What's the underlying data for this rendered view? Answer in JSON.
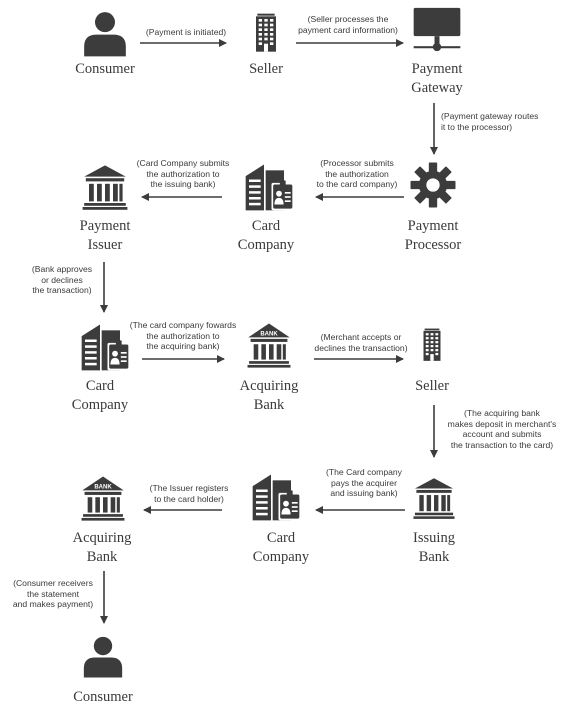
{
  "colors": {
    "ink": "#3c3c3c",
    "background": "#ffffff"
  },
  "nodes": [
    {
      "id": "consumer-1",
      "icon": "person-icon",
      "label": "Consumer"
    },
    {
      "id": "seller-1",
      "icon": "office-building-icon",
      "label": "Seller"
    },
    {
      "id": "payment-gateway",
      "icon": "monitor-network-icon",
      "label": "Payment\nGateway"
    },
    {
      "id": "payment-processor",
      "icon": "gear-icon",
      "label": "Payment\nProcessor"
    },
    {
      "id": "card-company-1",
      "icon": "card-company-icon",
      "label": "Card\nCompany"
    },
    {
      "id": "payment-issuer",
      "icon": "bank-icon",
      "label": "Payment\nIssuer"
    },
    {
      "id": "card-company-2",
      "icon": "card-company-icon",
      "label": "Card\nCompany"
    },
    {
      "id": "acquiring-bank-1",
      "icon": "bank-labeled-icon",
      "label": "Acquiring\nBank"
    },
    {
      "id": "seller-2",
      "icon": "office-building-icon",
      "label": "Seller"
    },
    {
      "id": "issuing-bank",
      "icon": "bank-icon",
      "label": "Issuing\nBank"
    },
    {
      "id": "card-company-3",
      "icon": "card-company-icon",
      "label": "Card\nCompany"
    },
    {
      "id": "acquiring-bank-2",
      "icon": "bank-labeled-icon",
      "label": "Acquiring\nBank"
    },
    {
      "id": "consumer-2",
      "icon": "person-icon",
      "label": "Consumer"
    }
  ],
  "bank_sign_text": "BANK",
  "edges": [
    {
      "from": "consumer-1",
      "to": "seller-1",
      "label": "(Payment is initiated)"
    },
    {
      "from": "seller-1",
      "to": "payment-gateway",
      "label": "(Seller processes the\npayment card information)"
    },
    {
      "from": "payment-gateway",
      "to": "payment-processor",
      "label": "(Payment gateway routes\nit to the processor)"
    },
    {
      "from": "payment-processor",
      "to": "card-company-1",
      "label": "(Processor submits\nthe authorization\nto the card company)"
    },
    {
      "from": "card-company-1",
      "to": "payment-issuer",
      "label": "(Card Company submits\nthe authorization to\nthe issuing bank)"
    },
    {
      "from": "payment-issuer",
      "to": "card-company-2",
      "label": "(Bank approves\nor declines\nthe transaction)"
    },
    {
      "from": "card-company-2",
      "to": "acquiring-bank-1",
      "label": "(The card company fowards\nthe authorization to\nthe acquiring bank)"
    },
    {
      "from": "acquiring-bank-1",
      "to": "seller-2",
      "label": "(Merchant accepts or\ndeclines the transaction)"
    },
    {
      "from": "seller-2",
      "to": "issuing-bank",
      "label": "(The acquiring bank\nmakes deposit in merchant's\naccount and submits\nthe transaction to the card)"
    },
    {
      "from": "issuing-bank",
      "to": "card-company-3",
      "label": "(The Card company\npays the acquirer\nand issuing bank)"
    },
    {
      "from": "card-company-3",
      "to": "acquiring-bank-2",
      "label": "(The Issuer registers\nto the card holder)"
    },
    {
      "from": "acquiring-bank-2",
      "to": "consumer-2",
      "label": "(Consumer receivers\nthe statement\nand makes payment)"
    }
  ]
}
